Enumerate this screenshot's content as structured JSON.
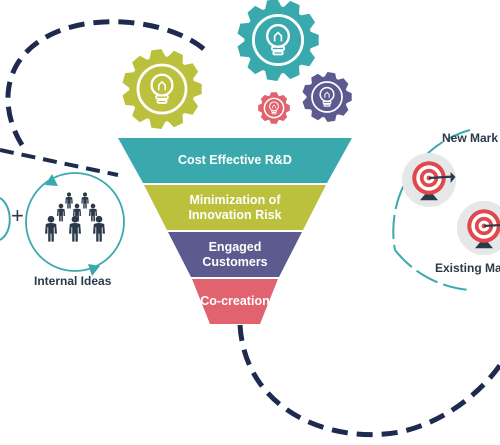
{
  "funnel": {
    "layers": [
      {
        "line1": "Cost Effective R&D",
        "line2": "",
        "color": "#3aa9ad"
      },
      {
        "line1": "Minimization of",
        "line2": "Innovation Risk",
        "color": "#bcc13d"
      },
      {
        "line1": "Engaged",
        "line2": "Customers",
        "color": "#5c5a8e"
      },
      {
        "line1": "Co-creation",
        "line2": "",
        "color": "#e0636f"
      }
    ]
  },
  "left": {
    "plus": "+",
    "label": "Internal Ideas"
  },
  "right": {
    "top_label": "New Mark",
    "bottom_label": "Existing Ma"
  },
  "colors": {
    "dash": "#1e2b4f",
    "gear_green": "#bcc13d",
    "gear_teal": "#3aa9ad",
    "gear_purple": "#5c5a8e",
    "gear_pink": "#e0636f",
    "icon_dark": "#2b3a4a",
    "target_red": "#e0484e"
  },
  "icons": [
    "lightbulb-icon",
    "gear-icon",
    "people-group-icon",
    "target-icon"
  ]
}
